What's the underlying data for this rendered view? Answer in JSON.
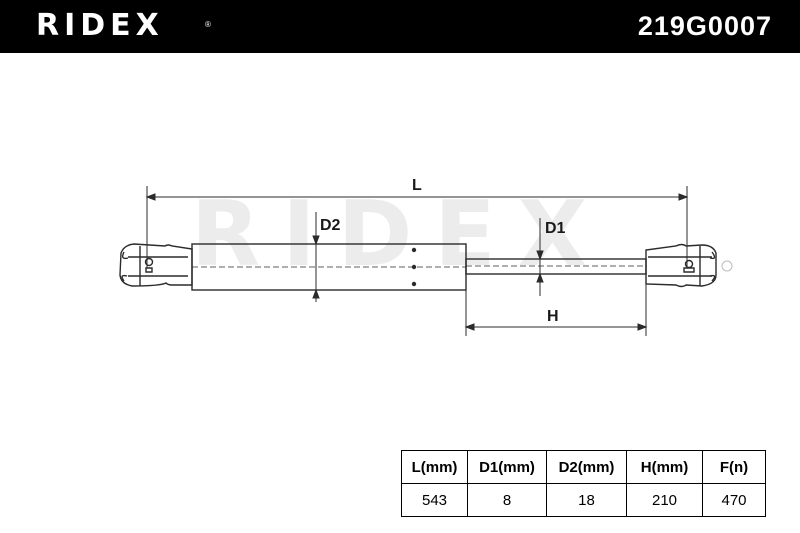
{
  "header": {
    "brand": "RIDEX",
    "brand_reg": "®",
    "part_number": "219G0007"
  },
  "drawing": {
    "watermark": "RIDEX",
    "labels": {
      "L": "L",
      "D2": "D2",
      "D1": "D1",
      "H": "H"
    },
    "colors": {
      "line": "#2b2b2b",
      "watermark": "#ececec"
    }
  },
  "specs": {
    "headers": [
      "L(mm)",
      "D1(mm)",
      "D2(mm)",
      "H(mm)",
      "F(n)"
    ],
    "values": [
      "543",
      "8",
      "18",
      "210",
      "470"
    ]
  }
}
